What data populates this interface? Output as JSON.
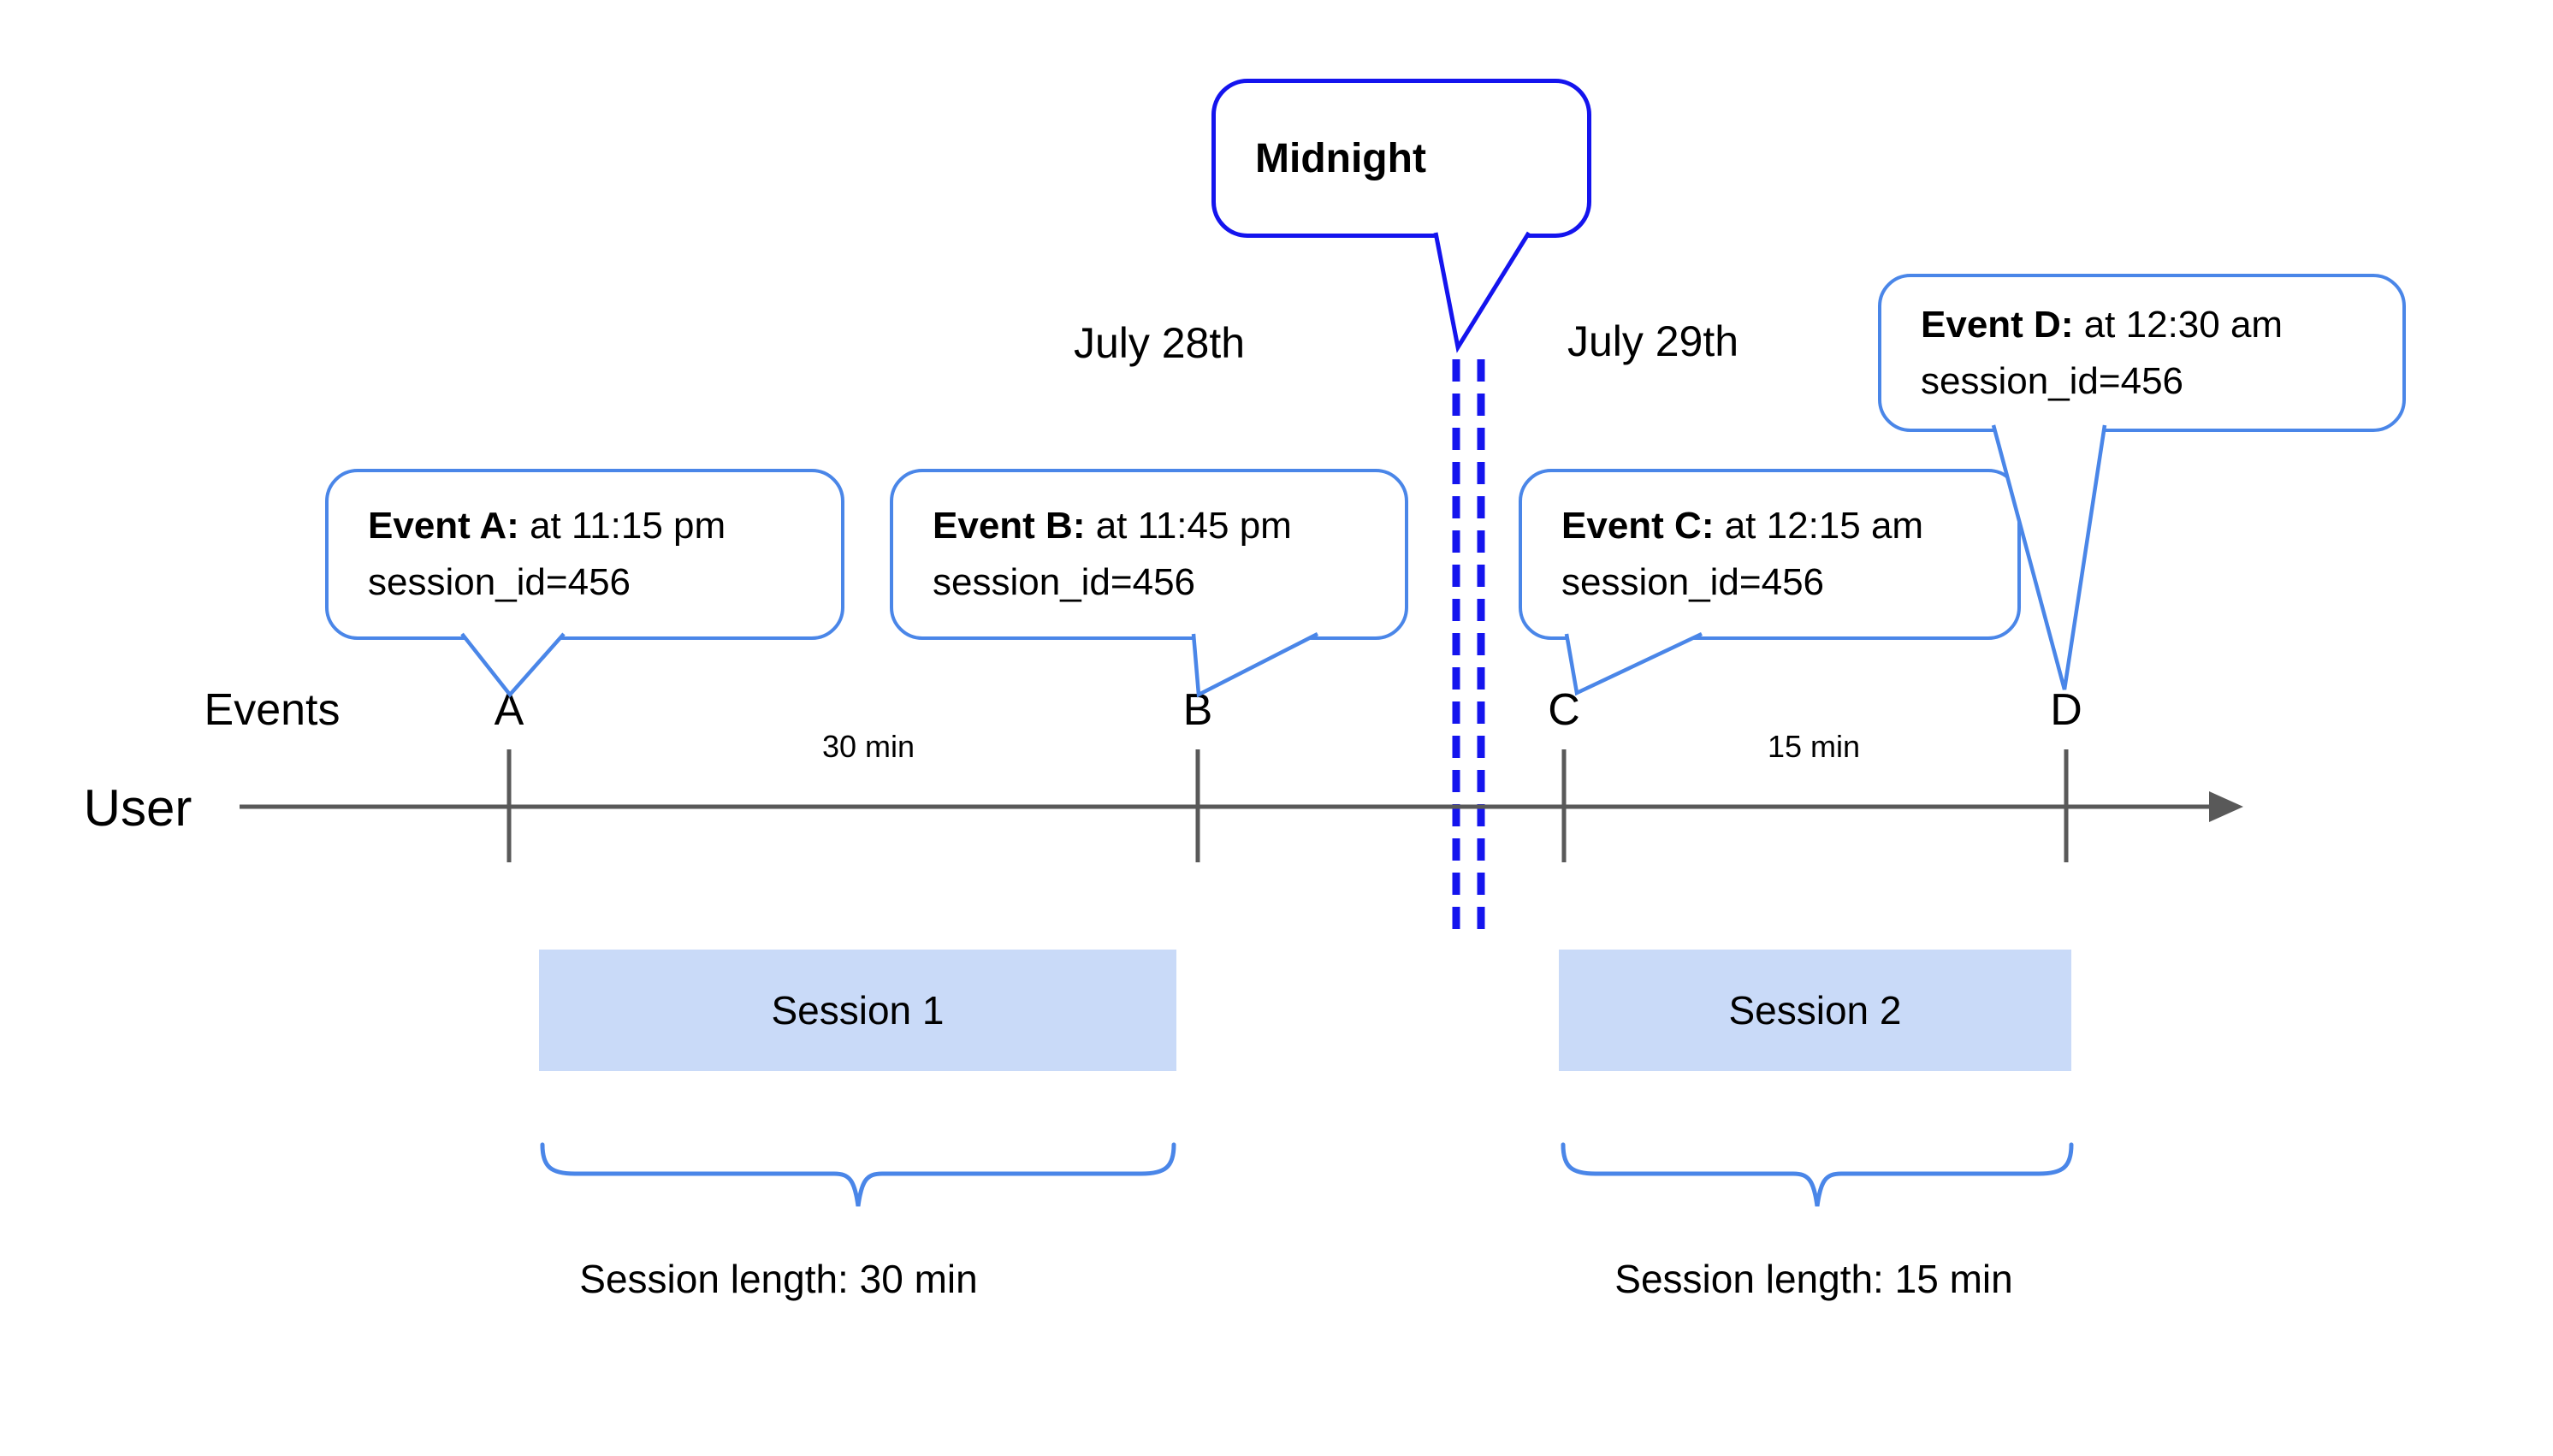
{
  "diagram": {
    "midnight_bubble": {
      "label": "Midnight"
    },
    "dates": {
      "left_label": "July 28th",
      "right_label": "July 29th"
    },
    "axis": {
      "events_label": "Events",
      "user_label": "User"
    },
    "tick_labels": [
      "A",
      "B",
      "C",
      "D"
    ],
    "intervals": {
      "ab_label": "30 min",
      "cd_label": "15 min"
    },
    "event_bubbles": [
      {
        "id": "A",
        "bold": "Event A:",
        "time": " at 11:15 pm",
        "session": "session_id=456"
      },
      {
        "id": "B",
        "bold": "Event B:",
        "time": " at 11:45 pm",
        "session": "session_id=456"
      },
      {
        "id": "C",
        "bold": "Event C:",
        "time": " at 12:15 am",
        "session": "session_id=456"
      },
      {
        "id": "D",
        "bold": "Event D:",
        "time": " at 12:30 am",
        "session": "session_id=456"
      }
    ],
    "sessions": [
      {
        "box_label": "Session 1",
        "length_label": "Session length: 30 min"
      },
      {
        "box_label": "Session 2",
        "length_label": "Session length: 15 min"
      }
    ]
  },
  "colors": {
    "accent_blue": "#4a86e8",
    "deep_blue": "#1414ee",
    "session_fill": "#c9daf8",
    "line_gray": "#595959",
    "text_black": "#000000"
  }
}
